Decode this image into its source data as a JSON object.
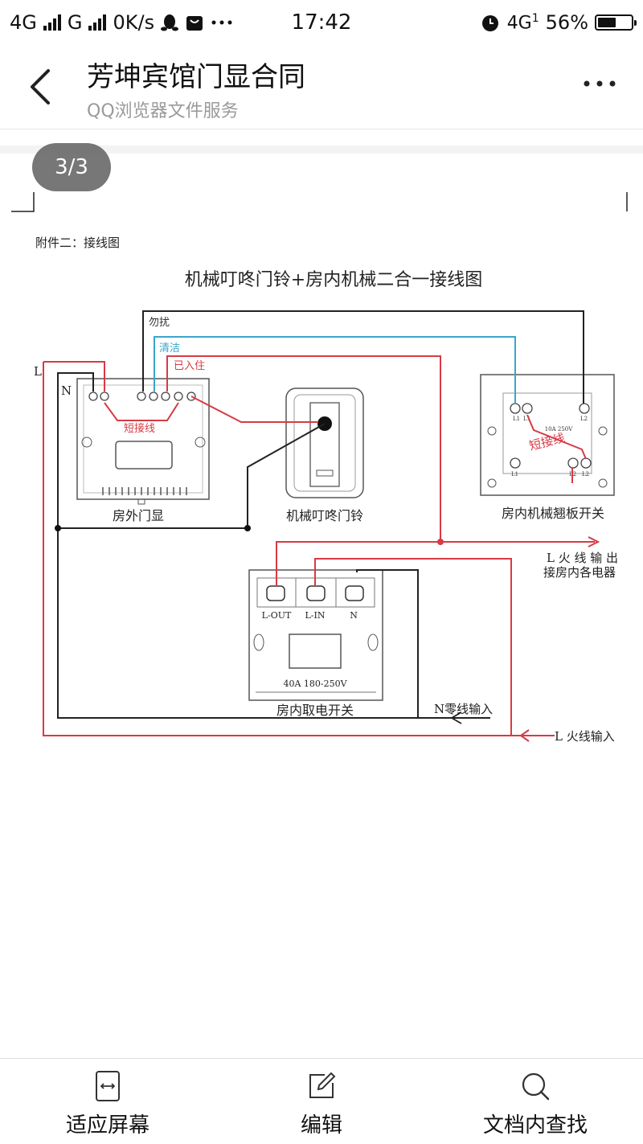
{
  "status_bar": {
    "network_1": "4G",
    "network_2": "G",
    "speed": "0K/s",
    "time": "17:42",
    "network_3": "4G",
    "network_3_sub": "1",
    "battery": "56%",
    "battery_level": 0.56
  },
  "header": {
    "title": "芳坤宾馆门显合同",
    "subtitle": "QQ浏览器文件服务"
  },
  "viewer": {
    "page_indicator": "3/3"
  },
  "document": {
    "attachment_label": "附件二：接线图",
    "diagram_title": "机械叮咚门铃+房内机械二合一接线图",
    "labels": {
      "L": "L",
      "N": "N",
      "do_not_disturb": "勿扰",
      "clean_room": "清洁",
      "occupied": "已入住",
      "short_wire_1": "短接线",
      "short_wire_2": "短接线",
      "outdoor_display": "房外门显",
      "doorbell": "机械叮咚门铃",
      "rocker_switch": "房内机械翘板开关",
      "switch_rating": "10A 250V",
      "l_out_1": "L 火 线 输 出",
      "l_out_2": "接房内各电器",
      "power_switch": "房内取电开关",
      "power_rating": "40A 180-250V",
      "l_out": "L-OUT",
      "l_in": "L-IN",
      "n_term": "N",
      "n_input": "N零线输入",
      "l_input": "L 火线输入",
      "term_l1": "L1",
      "term_l1b": "L1",
      "term_l2": "L2",
      "term_l2b": "L2",
      "term_l1c": "L1",
      "term_l2c": "L2"
    }
  },
  "toolbar": {
    "fit_screen": "适应屏幕",
    "edit": "编辑",
    "find_in_doc": "文档内查找"
  }
}
